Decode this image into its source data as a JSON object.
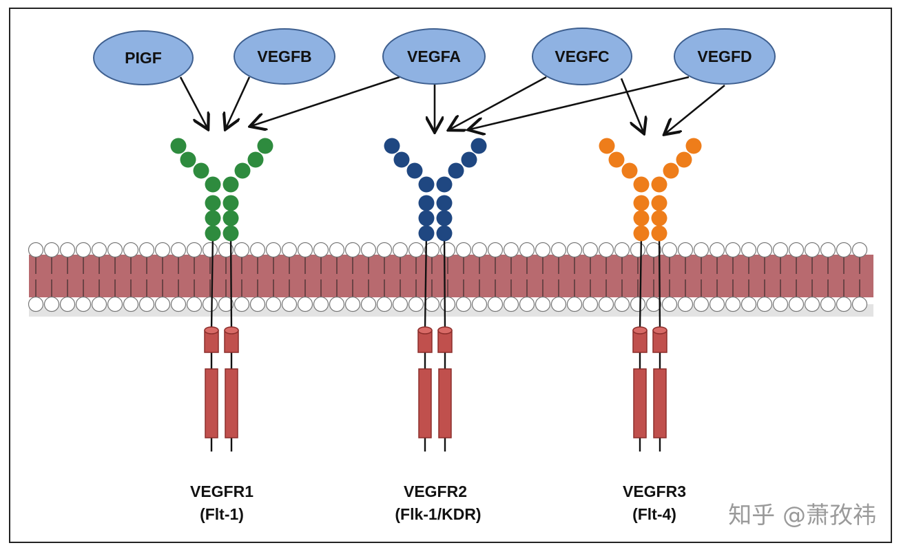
{
  "ligands": [
    "PIGF",
    "VEGFB",
    "VEGFA",
    "VEGFC",
    "VEGFD"
  ],
  "receptors": [
    {
      "name": "VEGFR1",
      "alias": "(Flt-1)",
      "color": "#2e8b3e"
    },
    {
      "name": "VEGFR2",
      "alias": "(Flk-1/KDR)",
      "color": "#1f4781"
    },
    {
      "name": "VEGFR3",
      "alias": "(Flt-4)",
      "color": "#ee7d1a"
    }
  ],
  "colors": {
    "ligand_fill": "#8fb2e2",
    "ligand_stroke": "#3e5f8f",
    "membrane_band": "#b86a6f",
    "kinase_fill": "#c0504d",
    "kinase_stroke": "#8b2e2b",
    "frame": "#222222"
  },
  "watermark": "知乎 @萧孜祎"
}
